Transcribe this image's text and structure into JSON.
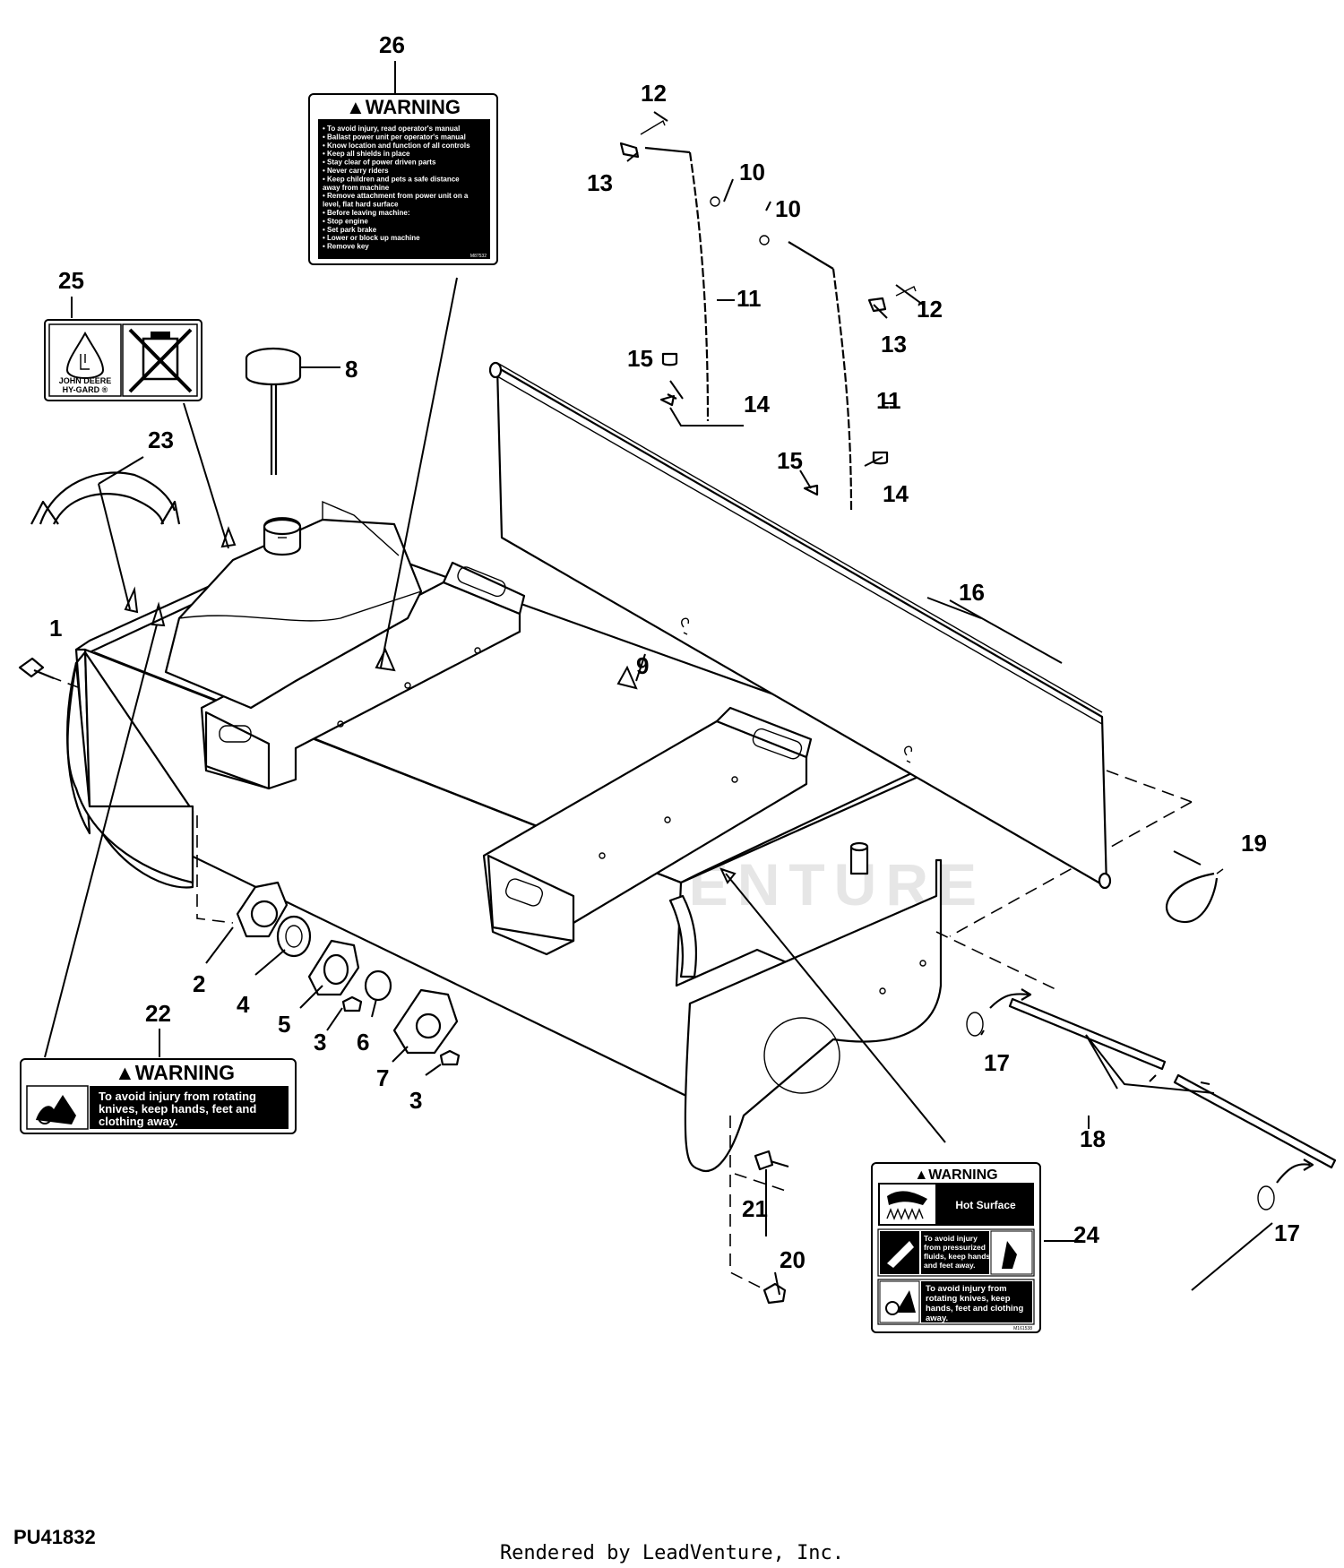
{
  "diagram": {
    "part_numbers": [
      "1",
      "2",
      "3",
      "3",
      "4",
      "5",
      "6",
      "7",
      "8",
      "9",
      "10",
      "10",
      "11",
      "11",
      "12",
      "12",
      "13",
      "13",
      "14",
      "14",
      "15",
      "15",
      "16",
      "17",
      "17",
      "18",
      "19",
      "20",
      "21",
      "22",
      "23",
      "24",
      "25",
      "26"
    ],
    "figure_id": "PU41832",
    "watermark": "LEADVENTURE"
  },
  "decal_26": {
    "title": "WARNING",
    "lines": [
      "• To avoid injury, read operator's manual",
      "• Ballast power unit per operator's manual",
      "• Know location and function of all controls",
      "• Keep all shields in place",
      "• Stay clear of power driven parts",
      "• Never carry riders",
      "• Keep children and pets a safe distance",
      "  away from machine",
      "• Remove attachment from power unit on a",
      "  level, flat hard surface",
      "• Before leaving machine:",
      "    • Stop engine",
      "    • Set park brake",
      "    • Lower or block up machine",
      "    • Remove key"
    ],
    "code": "M87532"
  },
  "decal_25": {
    "brand_line1": "JOHN DEERE",
    "brand_line2": "HY-GARD ®"
  },
  "decal_22": {
    "title": "WARNING",
    "text_lines": [
      "To avoid injury from rotating",
      "knives, keep hands, feet and",
      "clothing away."
    ]
  },
  "decal_24": {
    "title": "WARNING",
    "hot_surface": "Hot Surface",
    "panel2_lines": [
      "To avoid injury",
      "from pressurized",
      "fluids, keep hands",
      "and feet away."
    ],
    "panel3_lines": [
      "To avoid injury from",
      "rotating knives, keep",
      "hands, feet and clothing",
      "away."
    ],
    "code": "M161538"
  },
  "footer": {
    "credit": "Rendered by LeadVenture, Inc."
  }
}
